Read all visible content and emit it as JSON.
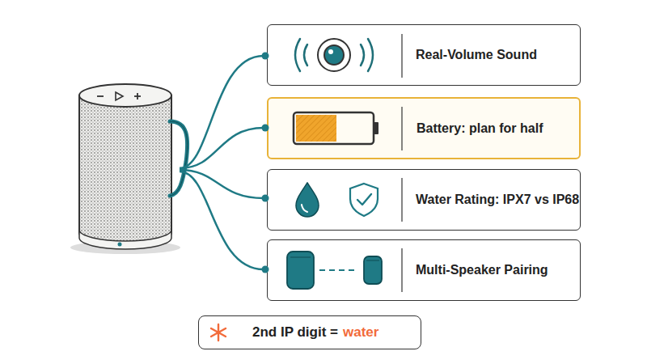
{
  "diagram": {
    "nodes": [
      {
        "text": [
          "Real-Volume Sound"
        ]
      },
      {
        "text": [
          "Battery: plan for half"
        ]
      },
      {
        "text": [
          "Water Rating: IPX7 vs IP68"
        ]
      },
      {
        "text": [
          "Multi-Speaker Pairing"
        ]
      },
      {
        "text": [
          "2nd IP digit =",
          "water"
        ]
      }
    ]
  }
}
